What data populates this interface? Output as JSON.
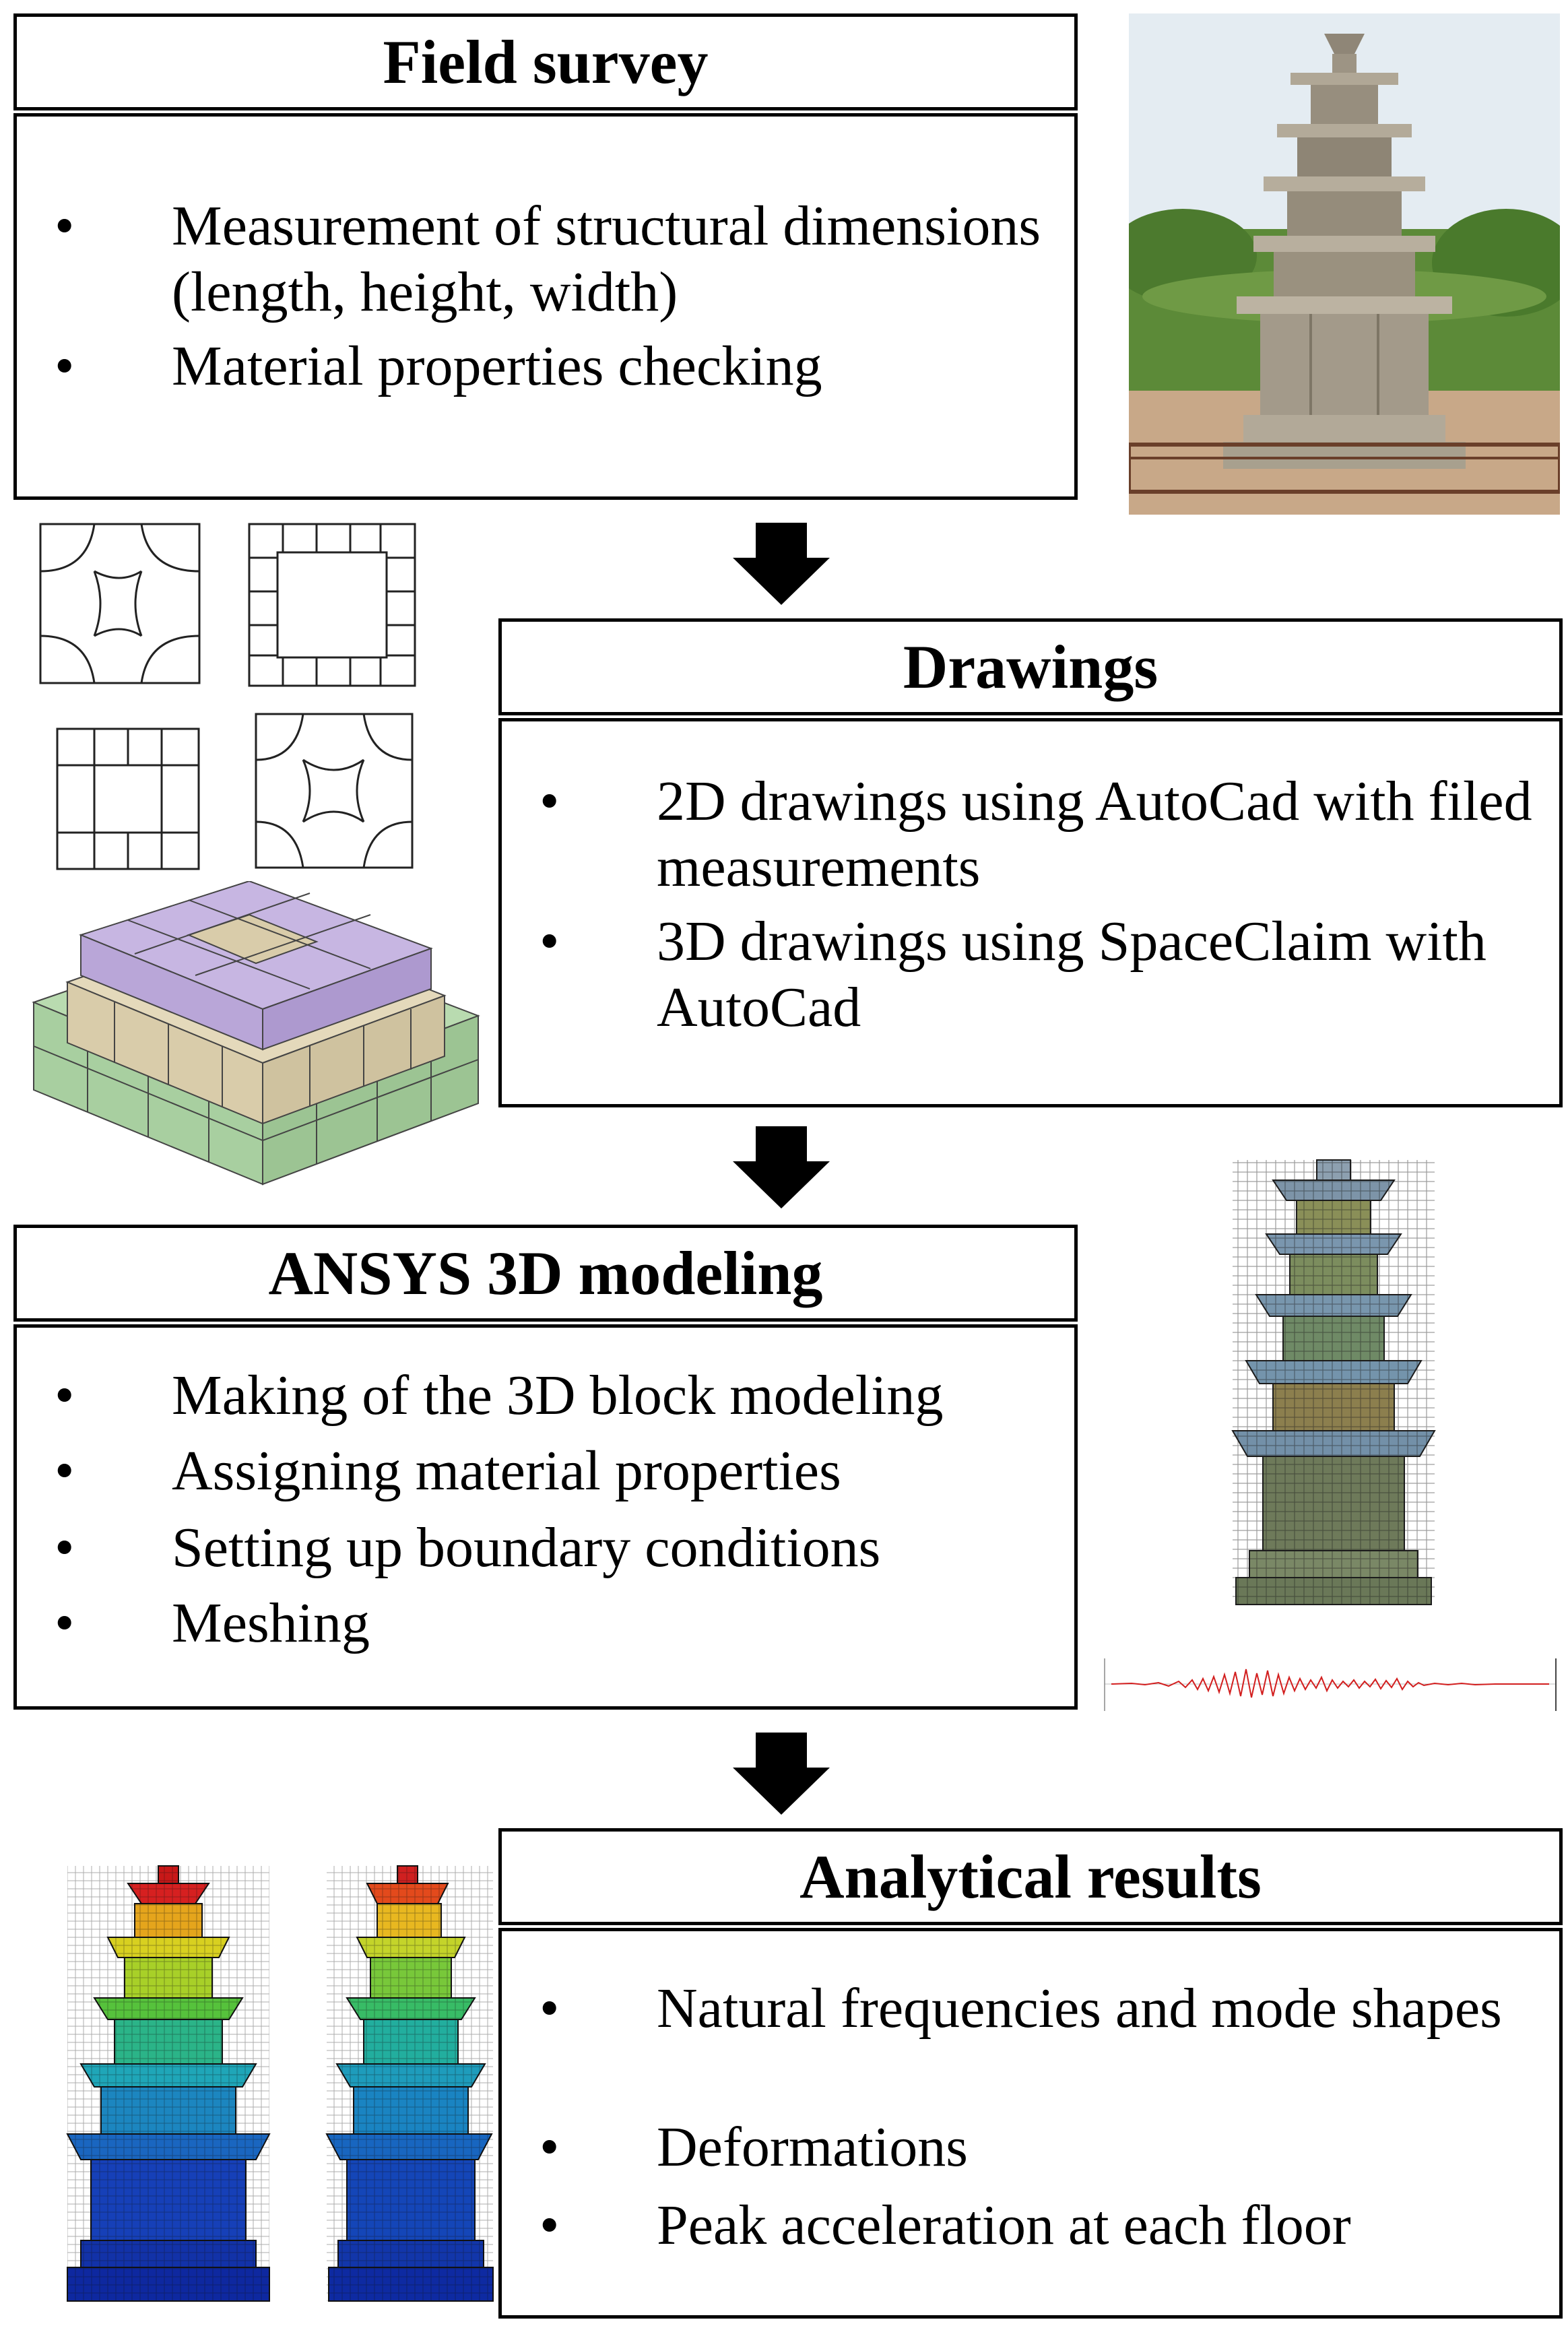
{
  "steps": [
    {
      "title": "Field survey",
      "items": [
        "Measurement of structural dimensions (length, height, width)",
        "Material properties checking"
      ]
    },
    {
      "title": "Drawings",
      "items": [
        "2D drawings using AutoCad with filed measurements",
        "3D drawings using SpaceClaim with AutoCad"
      ]
    },
    {
      "title": "ANSYS 3D modeling",
      "items": [
        "Making of the 3D block modeling",
        "Assigning material properties",
        "Setting up boundary conditions",
        "Meshing"
      ]
    },
    {
      "title": "Analytical results",
      "items": [
        "Natural frequencies and mode shapes",
        "Deformations",
        "Peak acceleration at each floor"
      ]
    }
  ],
  "bullet_char": "•",
  "colors": {
    "stone": "#a39a8a",
    "sky": "#dfe8f0",
    "grass": "#5f8f3a",
    "model_purple": "#b9a6d8",
    "model_beige": "#d9ccaa",
    "model_green": "#a8cfa0",
    "mesh_base": "#6e7a5a",
    "seismic_line": "#d21e1e"
  }
}
